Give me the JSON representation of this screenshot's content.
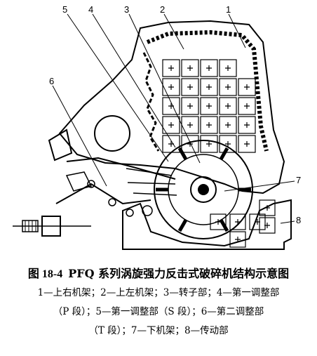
{
  "figure": {
    "part_numbers": [
      "1",
      "2",
      "3",
      "4",
      "5",
      "6",
      "7",
      "8"
    ]
  },
  "caption": {
    "figure_number": "图 18-4",
    "title": "PFQ 系列涡旋强力反击式破碎机结构示意图",
    "line1": "1—上右机架；2—上左机架；3—转子部；4—第一调整部",
    "line2": "（P 段）；5—第一调整部（S 段）；6—第二调整部",
    "line3": "（T 段）；7—下机架；8—传动部"
  }
}
